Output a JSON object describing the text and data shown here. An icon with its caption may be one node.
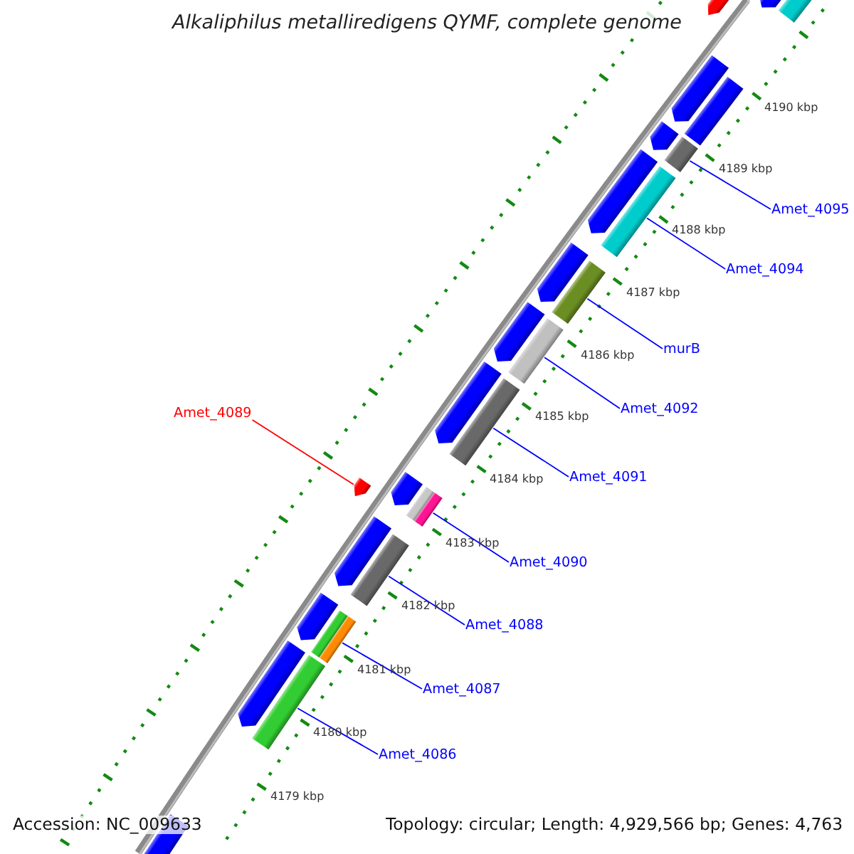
{
  "diagram": {
    "title": "Alkaliphilus metalliredigens QYMF, complete genome",
    "nodes": [
      {
        "text": [
          "Amet_4095"
        ]
      },
      {
        "text": [
          "Amet_4094"
        ]
      },
      {
        "text": [
          "murB"
        ]
      },
      {
        "text": [
          "Amet_4092"
        ]
      },
      {
        "text": [
          "Amet_4089"
        ]
      },
      {
        "text": [
          "Amet_4091"
        ]
      },
      {
        "text": [
          "Amet_4090"
        ]
      },
      {
        "text": [
          "Amet_4088"
        ]
      },
      {
        "text": [
          "Amet_4087"
        ]
      },
      {
        "text": [
          "Amet_4086"
        ]
      },
      {
        "text": [],
        "shape": "bar"
      },
      {
        "text": [],
        "shape": "pentagon"
      },
      {
        "text": [],
        "shape": "pentagon"
      },
      {
        "text": [],
        "shape": "pentagon"
      },
      {
        "text": [],
        "shape": "bar"
      },
      {
        "text": [],
        "shape": "pentagon"
      },
      {
        "text": [],
        "shape": "bar"
      },
      {
        "text": [],
        "shape": "pentagon"
      },
      {
        "text": [],
        "shape": "bar"
      },
      {
        "text": [],
        "shape": "pentagon"
      },
      {
        "text": [],
        "shape": "bar"
      },
      {
        "text": [],
        "shape": "pentagon"
      },
      {
        "text": [],
        "shape": "bar"
      },
      {
        "text": [],
        "shape": "pentagon"
      },
      {
        "text": [],
        "shape": "bar"
      },
      {
        "text": [],
        "shape": "pentagon"
      },
      {
        "text": [],
        "shape": "bar"
      },
      {
        "text": [],
        "shape": "pentagon"
      },
      {
        "text": [],
        "shape": "pentagon"
      },
      {
        "text": [],
        "shape": "bar"
      },
      {
        "text": [],
        "shape": "pentagon"
      },
      {
        "text": [],
        "shape": "bar"
      },
      {
        "text": [],
        "shape": "pentagon"
      },
      {
        "text": [],
        "shape": "bar"
      },
      {
        "text": [],
        "shape": "pentagon"
      }
    ],
    "edges": [
      {
        "from": 0,
        "to": 16,
        "arrow": "none"
      },
      {
        "from": 1,
        "to": 18,
        "arrow": "none"
      },
      {
        "from": 2,
        "to": 20,
        "arrow": "none"
      },
      {
        "from": 3,
        "to": 22,
        "arrow": "none"
      },
      {
        "from": 4,
        "to": 27,
        "arrow": "none",
        "color": "#ff0000"
      },
      {
        "from": 5,
        "to": 24,
        "arrow": "none"
      },
      {
        "from": 6,
        "to": 26,
        "arrow": "none"
      },
      {
        "from": 7,
        "to": 29,
        "arrow": "none"
      },
      {
        "from": 8,
        "to": 31,
        "arrow": "none"
      },
      {
        "from": 9,
        "to": 33,
        "arrow": "none"
      }
    ],
    "labels": [
      "4190 kbp",
      "4189 kbp",
      "4188 kbp",
      "4187 kbp",
      "4186 kbp",
      "4185 kbp",
      "4184 kbp",
      "4183 kbp",
      "4182 kbp",
      "4181 kbp",
      "4180 kbp",
      "4179 kbp",
      "Accession: NC_009633",
      "Topology: circular; Length: 4,929,566 bp; Genes: 4,763"
    ]
  }
}
